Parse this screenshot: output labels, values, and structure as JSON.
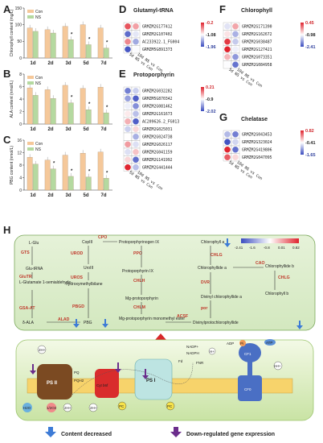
{
  "panel_letters": {
    "A": "A",
    "B": "B",
    "C": "C",
    "D": "D",
    "E": "E",
    "F": "F",
    "G": "G",
    "H": "H"
  },
  "colors": {
    "con": "#f5c89a",
    "ns": "#b5d9a0",
    "high": "#e0232e",
    "low": "#3b4cc0",
    "mid": "#ffffff"
  },
  "chart_data": [
    {
      "type": "bar",
      "panel": "A",
      "ylabel": "Chlorophyll content (mg/L)",
      "categories": [
        "1d",
        "2d",
        "3d",
        "5d",
        "7d"
      ],
      "ylim": [
        0,
        150
      ],
      "yticks": [
        "0",
        "50",
        "100",
        "150"
      ],
      "series": [
        {
          "name": "Con",
          "values": [
            90,
            85,
            95,
            100,
            90
          ]
        },
        {
          "name": "NS",
          "values": [
            80,
            75,
            55,
            40,
            30
          ]
        }
      ],
      "marks": [
        "",
        "",
        "*",
        "*",
        "*"
      ]
    },
    {
      "type": "bar",
      "panel": "B",
      "ylabel": "ALA content (nmol/L)",
      "categories": [
        "1d",
        "2d",
        "3d",
        "5d",
        "7d"
      ],
      "ylim": [
        0,
        8
      ],
      "yticks": [
        "0",
        "2",
        "4",
        "6",
        "8"
      ],
      "series": [
        {
          "name": "Con",
          "values": [
            5.8,
            5.5,
            6.2,
            5.7,
            5.9
          ]
        },
        {
          "name": "NS",
          "values": [
            4.6,
            4.1,
            3.4,
            2.3,
            1.8
          ]
        }
      ],
      "marks": [
        "",
        "",
        "*",
        "*",
        "*"
      ]
    },
    {
      "type": "bar",
      "panel": "C",
      "ylabel": "PBG content (nmol/L)",
      "categories": [
        "1d",
        "2d",
        "3d",
        "5d",
        "7d"
      ],
      "ylim": [
        0,
        16
      ],
      "yticks": [
        "0",
        "4",
        "8",
        "12",
        "16"
      ],
      "series": [
        {
          "name": "Con",
          "values": [
            10.5,
            9.6,
            11.2,
            11.8,
            12.2
          ]
        },
        {
          "name": "NS",
          "values": [
            8.3,
            6.8,
            4.4,
            4.2,
            3.8
          ]
        }
      ],
      "marks": [
        "",
        "*",
        "*",
        "*",
        "*"
      ]
    },
    {
      "type": "heatmap",
      "panel": "D",
      "title": "Glutamyl-tRNA",
      "columns": [
        "5d NS vs Con",
        "10d NS vs Con"
      ],
      "rows": [
        "GRMZM2G177412",
        "GRMZM2G107402",
        "AC233922.1_FG004",
        "GRMZM5G891373"
      ],
      "values": [
        [
          -0.4,
          -0.7
        ],
        [
          -1.8,
          -1.2
        ],
        [
          -0.6,
          -1.5
        ],
        [
          -1.9,
          -1.1
        ]
      ],
      "scale": [
        "-0.2",
        "-1.08",
        "-1.96"
      ]
    },
    {
      "type": "heatmap",
      "panel": "E",
      "title": "Protoporphyrin",
      "columns": [
        "5d NS vs Con",
        "10d NS vs Con"
      ],
      "rows": [
        "GRMZM2G032282",
        "GRMZM5G870342",
        "GRMZM2G081462",
        "GRMZM2G161673",
        "AC209626.2_FG013",
        "GRMZM2G025031",
        "GRMZM2G024738",
        "GRMZM2G026117",
        "GRMZM2G041159",
        "GRMZM2G141992",
        "GRMZM2G441444"
      ],
      "values": [
        [
          -1.7,
          -1.2
        ],
        [
          -1.5,
          -1.9
        ],
        [
          -1.0,
          -1.6
        ],
        [
          -0.8,
          -1.3
        ],
        [
          -0.5,
          -1.9
        ],
        [
          -1.2,
          -0.7
        ],
        [
          -0.9,
          -1.4
        ],
        [
          -0.4,
          -1.1
        ],
        [
          -1.1,
          -0.6
        ],
        [
          -0.7,
          -1.8
        ],
        [
          0.2,
          -1.3
        ]
      ],
      "scale": [
        "0.21",
        "-0.9",
        "-2.02"
      ]
    },
    {
      "type": "heatmap",
      "panel": "F",
      "title": "Chlorophyll",
      "columns": [
        "5d NS vs Con",
        "10d NS vs Con"
      ],
      "rows": [
        "GRMZM2G171390",
        "GRMZM2G162672",
        "GRMZM2G038487",
        "GRMZM2G127421",
        "GRMZM2G073351",
        "GRMZM2G084958"
      ],
      "values": [
        [
          -1.2,
          -0.4
        ],
        [
          -0.8,
          -1.6
        ],
        [
          0.3,
          -1.4
        ],
        [
          0.45,
          -1.1
        ],
        [
          -0.5,
          -1.8
        ],
        [
          -1.0,
          -2.1
        ]
      ],
      "scale": [
        "0.45",
        "-0.98",
        "-2.41"
      ]
    },
    {
      "type": "heatmap",
      "panel": "G",
      "title": "Chelatase",
      "columns": [
        "5d NS vs Con",
        "10d NS vs Con"
      ],
      "rows": [
        "GRMZM2G043453",
        "GRMZM2G323024",
        "GRMZM2G419806",
        "GRMZM2G047095"
      ],
      "values": [
        [
          -0.9,
          -1.3
        ],
        [
          -1.6,
          -0.7
        ],
        [
          0.8,
          -1.4
        ],
        [
          0.5,
          -0.2
        ]
      ],
      "scale": [
        "0.82",
        "-0.41",
        "-1.65"
      ]
    }
  ],
  "pathway": {
    "metabolites": [
      "L-Glu",
      "Glu-tRNA",
      "L-Glutamate 1-semialdehyde",
      "δ-ALA",
      "PBG",
      "hydroxymethylbilane",
      "UroIII",
      "CopIII",
      "Protoporphyrinogen IX",
      "Protoporphyrin IX",
      "Mg-protoporphyrin",
      "Mg-protoporphyrin monomethyl ester",
      "Divinylprotochlorophyllide",
      "Divinyl chlorophyllide a",
      "Chlorophyllide a",
      "Chlorophyll a",
      "Chlorophyllide b",
      "Chlorophyll b"
    ],
    "enzymes": [
      "GTS",
      "GluTR",
      "GSA-AT",
      "ALAD",
      "PBGD",
      "UROS",
      "UROD",
      "CPO",
      "PPO",
      "CHLH",
      "CHLM",
      "ACSF",
      "por",
      "DVR",
      "CHLG",
      "CAO",
      "CHLG"
    ],
    "scale": [
      "-2.41",
      "-1.6",
      "-0.8",
      "0.01",
      "0.82"
    ]
  },
  "membrane": {
    "complexes": [
      "PS II",
      "Cyt b6f",
      "PS I",
      "CF0",
      "CF1"
    ],
    "labels": [
      "H2O",
      "1/2O2",
      "2H+",
      "2H+",
      "PQ",
      "PQH2",
      "e-",
      "PC",
      "Fd",
      "FNR",
      "NADP+",
      "NADPH",
      "H+",
      "ADP",
      "Pi",
      "ATP",
      "nH+",
      "2H+"
    ]
  },
  "legend": {
    "decrease": "Content decreased",
    "downreg": "Down-regulated gene expression"
  }
}
